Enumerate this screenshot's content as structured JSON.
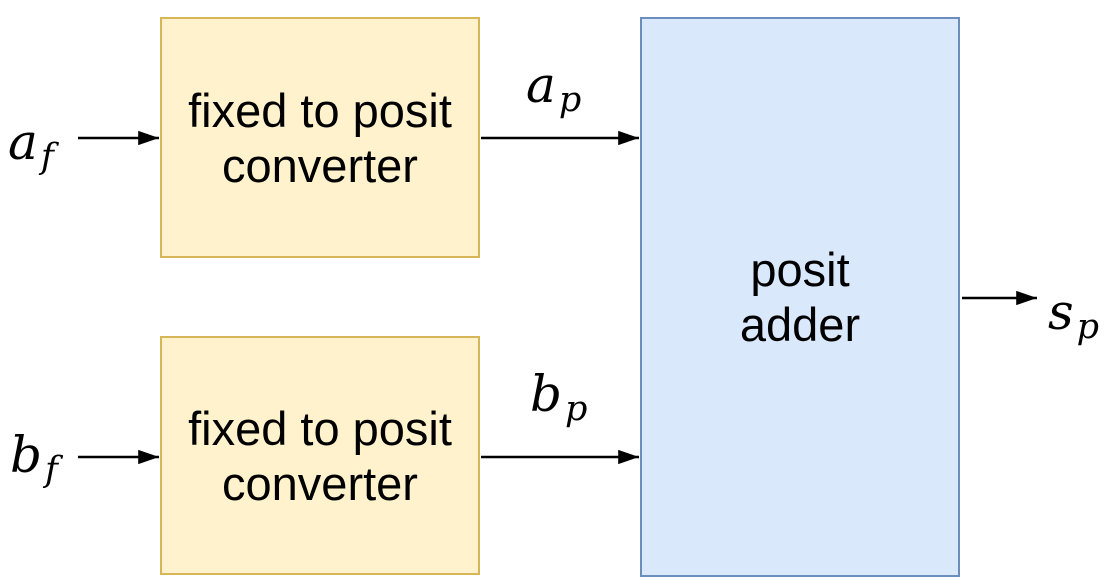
{
  "blocks": {
    "converter_a": {
      "line1": "fixed to posit",
      "line2": "converter"
    },
    "converter_b": {
      "line1": "fixed to posit",
      "line2": "converter"
    },
    "adder": {
      "line1": "posit",
      "line2": "adder"
    }
  },
  "signals": {
    "input_a": {
      "base": "a",
      "sub": "f"
    },
    "input_b": {
      "base": "b",
      "sub": "f"
    },
    "conv_a_out": {
      "base": "a",
      "sub": "p"
    },
    "conv_b_out": {
      "base": "b",
      "sub": "p"
    },
    "sum_out": {
      "base": "s",
      "sub": "p"
    }
  },
  "colors": {
    "converter_fill": "#FFF2CC",
    "converter_border": "#D6B656",
    "adder_fill": "#DAE8FC",
    "adder_border": "#6C8EBF",
    "arrow": "#000000",
    "text": "#000000",
    "background": "#FFFFFF"
  }
}
